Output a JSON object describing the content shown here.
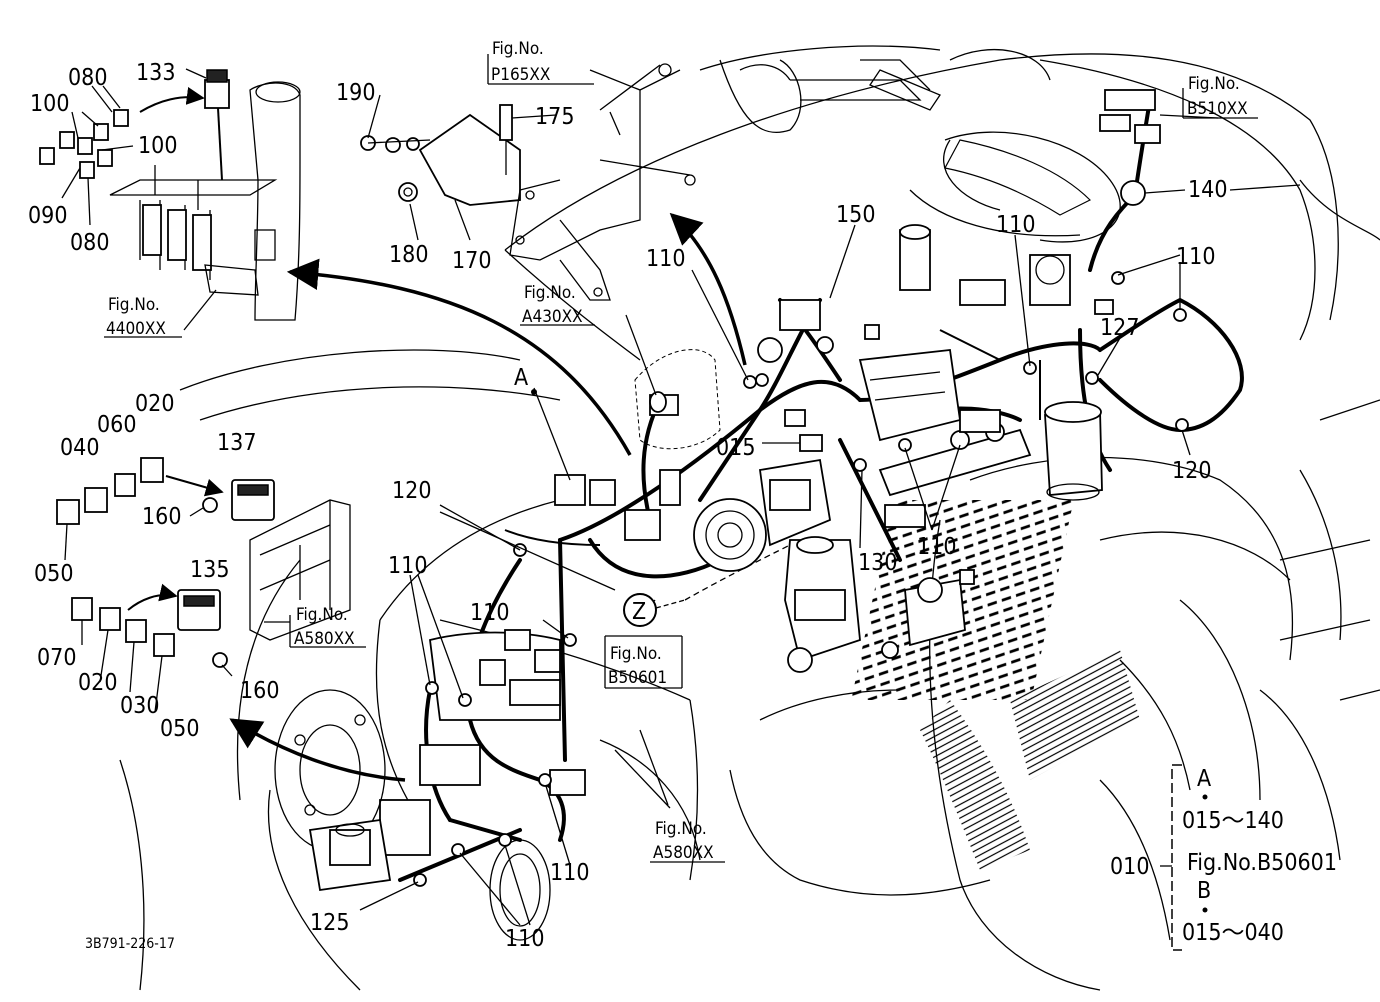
{
  "labels": {
    "l133": "133",
    "l080a": "080",
    "l100a": "100",
    "l100b": "100",
    "l090": "090",
    "l080b": "080",
    "l190": "190",
    "l175": "175",
    "l180": "180",
    "l170": "170",
    "l150": "150",
    "l110_top": "110",
    "l140": "140",
    "l110_right": "110",
    "l127": "127",
    "l120_right": "120",
    "l110_mid": "110",
    "l015": "015",
    "l130": "130",
    "l110_c": "110",
    "l020a": "020",
    "l060": "060",
    "l040": "040",
    "l137": "137",
    "l160a": "160",
    "l050a": "050",
    "l135": "135",
    "l070": "070",
    "l020b": "020",
    "l030": "030",
    "l050b": "050",
    "l160b": "160",
    "l120_left": "120",
    "l110_left": "110",
    "l110_lower": "110",
    "l110_bottom": "110",
    "l110_b2": "110",
    "l125": "125",
    "lA": "A",
    "lZ": "Z"
  },
  "fig_refs": {
    "p165_title": "Fig.No.",
    "p165": "P165XX",
    "b510_title": "Fig.No.",
    "b510": "B510XX",
    "a430_title": "Fig.No.",
    "a430": "A430XX",
    "f4400_title": "Fig.No.",
    "f4400": "4400XX",
    "a580a_title": "Fig.No.",
    "a580a": "A580XX",
    "b506_title": "Fig.No.",
    "b506": "B50601",
    "a580b_title": "Fig.No.",
    "a580b": "A580XX"
  },
  "legend": {
    "a_letter": "A",
    "a_range": "015～140",
    "main_code": "010",
    "fig_ref": "Fig.No.B50601",
    "b_letter": "B",
    "b_range": "015～040"
  },
  "drawing_code": "3B791-226-17"
}
